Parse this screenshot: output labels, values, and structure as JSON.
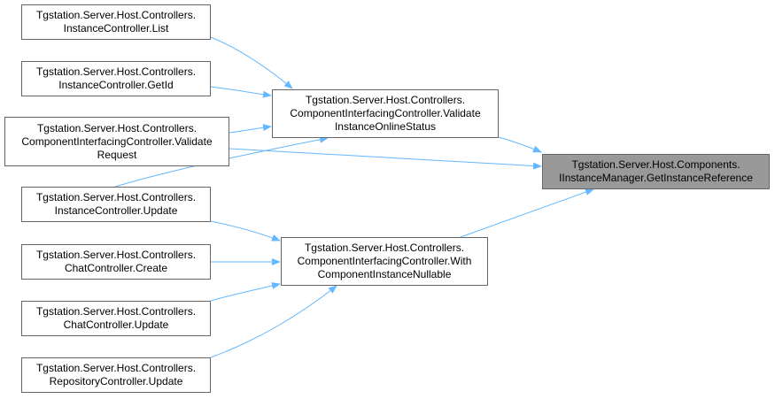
{
  "colors": {
    "edge": "#63b8ff",
    "border": "#666666",
    "target_fill": "#999999",
    "node_fill": "#ffffff"
  },
  "nodes": {
    "n_list": {
      "lines": [
        "Tgstation.Server.Host.Controllers.",
        "InstanceController.List"
      ]
    },
    "n_getid": {
      "lines": [
        "Tgstation.Server.Host.Controllers.",
        "InstanceController.GetId"
      ]
    },
    "n_valreq": {
      "lines": [
        "Tgstation.Server.Host.Controllers.",
        "ComponentInterfacingController.Validate",
        "Request"
      ]
    },
    "n_instupd": {
      "lines": [
        "Tgstation.Server.Host.Controllers.",
        "InstanceController.Update"
      ]
    },
    "n_chatcreate": {
      "lines": [
        "Tgstation.Server.Host.Controllers.",
        "ChatController.Create"
      ]
    },
    "n_chatupd": {
      "lines": [
        "Tgstation.Server.Host.Controllers.",
        "ChatController.Update"
      ]
    },
    "n_repoupd": {
      "lines": [
        "Tgstation.Server.Host.Controllers.",
        "RepositoryController.Update"
      ]
    },
    "n_valonline": {
      "lines": [
        "Tgstation.Server.Host.Controllers.",
        "ComponentInterfacingController.Validate",
        "InstanceOnlineStatus"
      ]
    },
    "n_withnull": {
      "lines": [
        "Tgstation.Server.Host.Controllers.",
        "ComponentInterfacingController.With",
        "ComponentInstanceNullable"
      ]
    },
    "n_target": {
      "lines": [
        "Tgstation.Server.Host.Components.",
        "IInstanceManager.GetInstanceReference"
      ]
    }
  }
}
